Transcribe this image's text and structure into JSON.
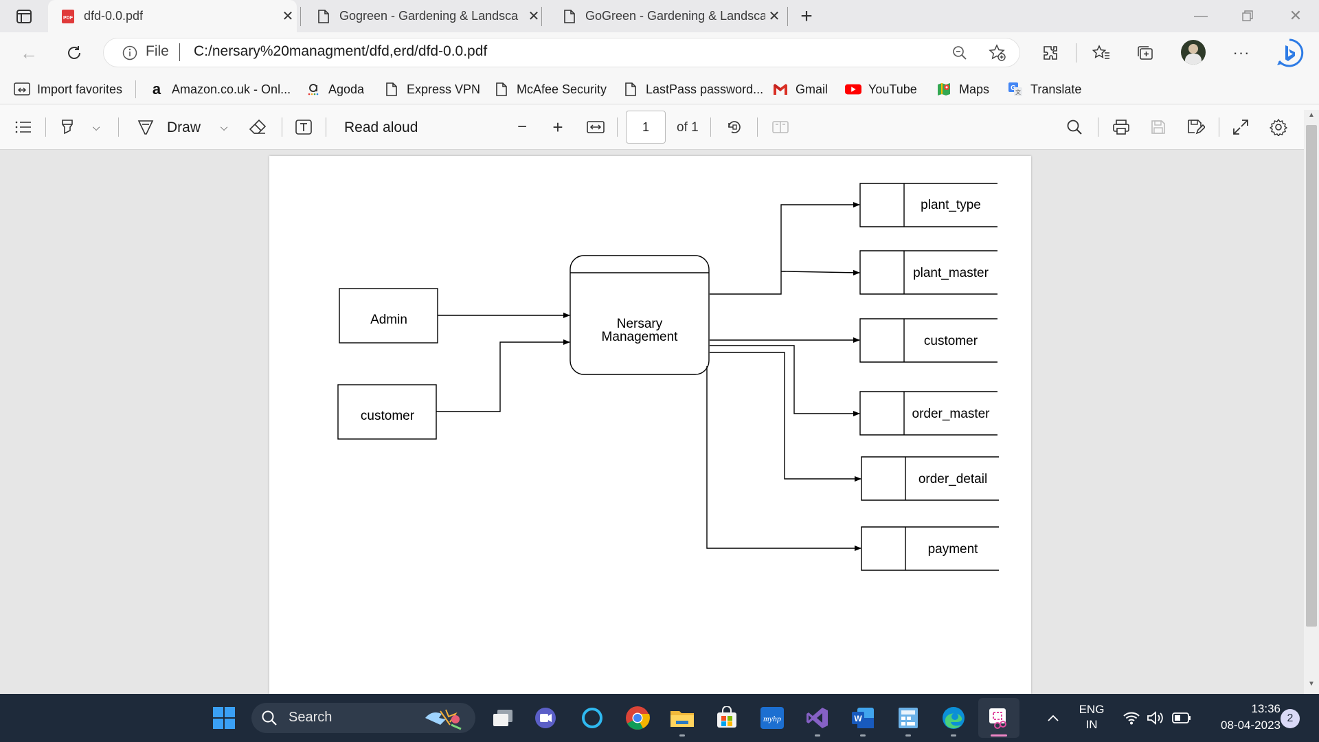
{
  "tabs": [
    {
      "title": "dfd-0.0.pdf",
      "icon": "pdf-icon",
      "active": true
    },
    {
      "title": "Gogreen - Gardening & Landsca",
      "icon": "page-icon",
      "active": false
    },
    {
      "title": "GoGreen - Gardening & Landsca",
      "icon": "page-icon",
      "active": false
    }
  ],
  "address": {
    "scheme_label": "File",
    "url": "C:/nersary%20managment/dfd,erd/dfd-0.0.pdf"
  },
  "favorites": [
    {
      "label": "Import favorites",
      "icon": "import-icon"
    },
    {
      "label": "Amazon.co.uk - Onl...",
      "icon": "amazon-icon"
    },
    {
      "label": "Agoda",
      "icon": "agoda-icon"
    },
    {
      "label": "Express VPN",
      "icon": "page-icon"
    },
    {
      "label": "McAfee Security",
      "icon": "page-icon"
    },
    {
      "label": "LastPass password...",
      "icon": "page-icon"
    },
    {
      "label": "Gmail",
      "icon": "gmail-icon"
    },
    {
      "label": "YouTube",
      "icon": "youtube-icon"
    },
    {
      "label": "Maps",
      "icon": "maps-icon"
    },
    {
      "label": "Translate",
      "icon": "translate-icon"
    }
  ],
  "pdf_toolbar": {
    "draw_label": "Draw",
    "read_aloud_label": "Read aloud",
    "page_current": "1",
    "page_total_label": "of 1"
  },
  "diagram": {
    "process": {
      "line1": "Nersary",
      "line2": "Management"
    },
    "externals": [
      "Admin",
      "customer"
    ],
    "stores": [
      "plant_type",
      "plant_master",
      "customer",
      "order_master",
      "order_detail",
      "payment"
    ]
  },
  "taskbar": {
    "search_label": "Search",
    "lang_line1": "ENG",
    "lang_line2": "IN",
    "time": "13:36",
    "date": "08-04-2023",
    "notifications": "2"
  },
  "colors": {
    "accent": "#0067c0",
    "taskbar_bg": "#1e2a3a",
    "pdf_red": "#e03a3a"
  }
}
